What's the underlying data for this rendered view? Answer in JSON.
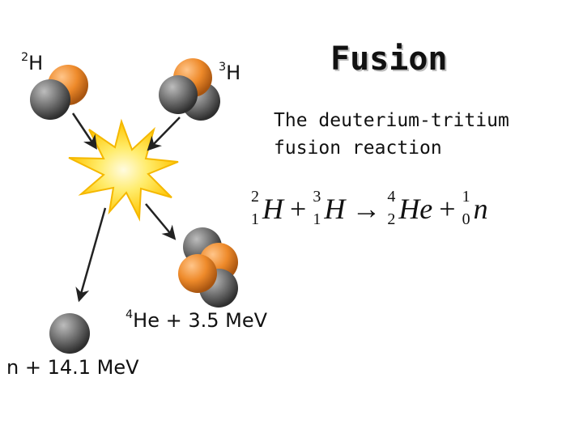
{
  "title": "Fusion",
  "subtitle": [
    "The deuterium-tritium",
    "fusion reaction"
  ],
  "labels": {
    "deuterium_mass": "2",
    "deuterium_symbol": "H",
    "tritium_mass": "3",
    "tritium_symbol": "H",
    "helium_mass": "4",
    "helium_text": "He + 3.5 MeV",
    "neutron_text": "n + 14.1 MeV"
  },
  "equation": {
    "terms": [
      {
        "mass": "2",
        "atomic": "1",
        "symbol": "H"
      },
      {
        "mass": "3",
        "atomic": "1",
        "symbol": "H"
      },
      {
        "mass": "4",
        "atomic": "2",
        "symbol": "He"
      },
      {
        "mass": "1",
        "atomic": "0",
        "symbol": "n"
      }
    ],
    "plus": "+",
    "arrow": "→"
  },
  "colors": {
    "proton": "#ee8a2a",
    "neutron": "#6f6f6f",
    "flash_outer": "#ffd21f",
    "flash_inner": "#fff7c2",
    "arrow": "#222222"
  }
}
